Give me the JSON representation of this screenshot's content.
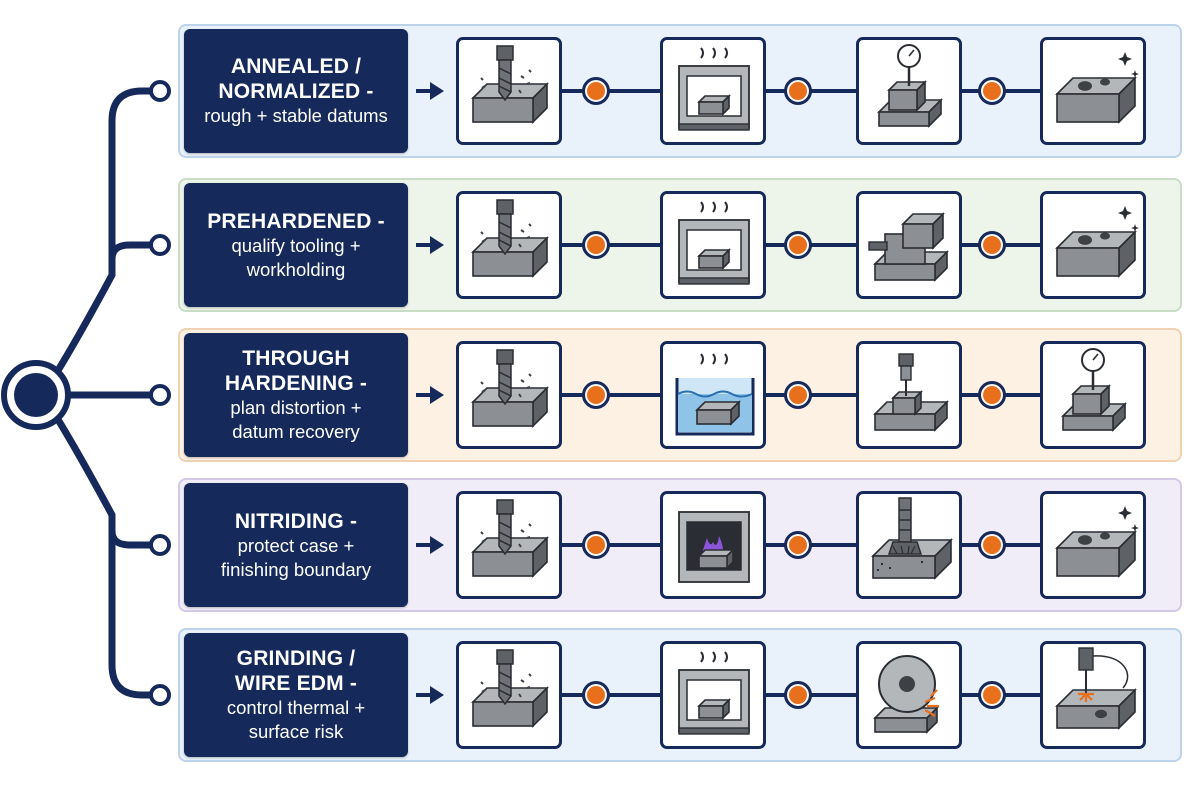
{
  "colors": {
    "navy": "#15295a",
    "accent_orange": "#e8701d",
    "steel_gray": "#8a8d91",
    "row_backgrounds": [
      "#e9f2fb",
      "#edf5ea",
      "#fdf1e4",
      "#f1edf8",
      "#e9f2fb"
    ],
    "row_borders": [
      "#bcd3ea",
      "#c9dcc4",
      "#f0d2b3",
      "#d3c9e6",
      "#bcd3ea"
    ]
  },
  "rows": [
    {
      "title_lines": [
        "ANNEALED /",
        "NORMALIZED -"
      ],
      "subtitle_lines": [
        "rough + stable datums"
      ],
      "steps": [
        "drill-machining-icon",
        "heat-treat-oven-icon",
        "dial-indicator-check-icon",
        "finished-part-icon"
      ]
    },
    {
      "title_lines": [
        "PREHARDENED -"
      ],
      "subtitle_lines": [
        "qualify tooling +",
        "workholding"
      ],
      "steps": [
        "drill-machining-icon",
        "heat-treat-oven-icon",
        "vise-workholding-icon",
        "finished-part-icon"
      ]
    },
    {
      "title_lines": [
        "THROUGH HARDENING -"
      ],
      "subtitle_lines": [
        "plan distortion +",
        "datum recovery"
      ],
      "steps": [
        "drill-machining-icon",
        "quench-tank-icon",
        "spindle-probe-icon",
        "dial-indicator-check-icon"
      ]
    },
    {
      "title_lines": [
        "NITRIDING -"
      ],
      "subtitle_lines": [
        "protect case +",
        "finishing boundary"
      ],
      "steps": [
        "drill-machining-icon",
        "plasma-nitriding-furnace-icon",
        "finishing-cutter-icon",
        "finished-part-icon"
      ]
    },
    {
      "title_lines": [
        "GRINDING /",
        "WIRE EDM  -"
      ],
      "subtitle_lines": [
        "control thermal +",
        "surface risk"
      ],
      "steps": [
        "drill-machining-icon",
        "heat-treat-oven-icon",
        "grinding-wheel-icon",
        "edm-spark-icon"
      ]
    }
  ]
}
